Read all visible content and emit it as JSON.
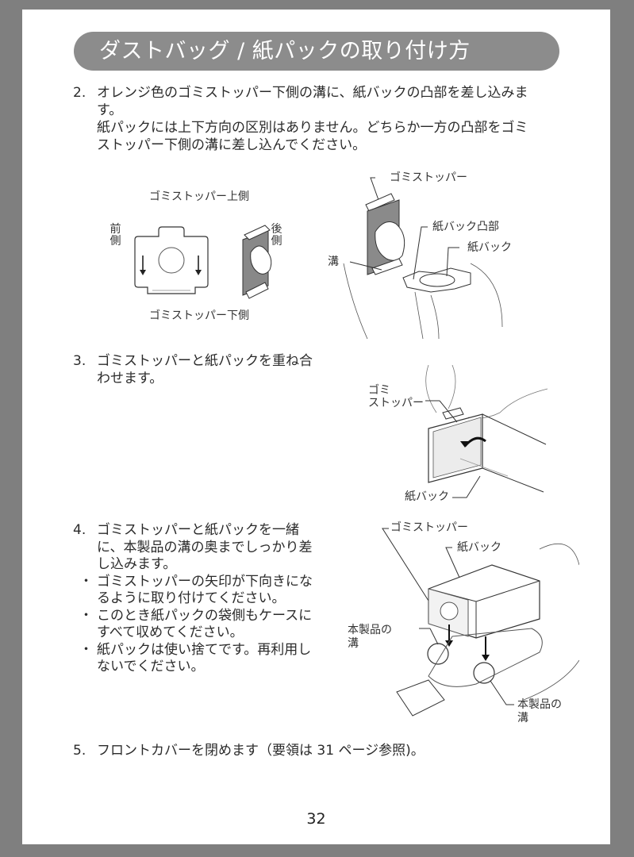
{
  "header": {
    "title": "ダストバッグ / 紙パックの取り付け方"
  },
  "steps": {
    "s2": {
      "num": "2.",
      "line1": "オレンジ色のゴミストッパー下側の溝に、紙バックの凸部を差し込みま",
      "line2": "す。",
      "line3": "紙パックには上下方向の区別はありません。どちらか一方の凸部をゴミ",
      "line4": "ストッパー下側の溝に差し込んでください。"
    },
    "s3": {
      "num": "3.",
      "line1": "ゴミストッパーと紙パックを重ね合",
      "line2": "わせます。"
    },
    "s4": {
      "num": "4.",
      "line1": "ゴミストッパーと紙パックを一緒",
      "line2": "に、本製品の溝の奥までしっかり差",
      "line3": "し込みます。",
      "bullets": [
        {
          "dot": "・",
          "line1": "ゴミストッパーの矢印が下向きにな",
          "line2": "るように取り付けてください。"
        },
        {
          "dot": "・",
          "line1": "このとき紙パックの袋側もケースに",
          "line2": "すべて収めてください。"
        },
        {
          "dot": "・",
          "line1": "紙パックは使い捨てです。再利用し",
          "line2": "ないでください。"
        }
      ]
    },
    "s5": {
      "num": "5.",
      "text": "フロントカバーを閉めます（要領は 31 ページ参照)。"
    }
  },
  "figures": {
    "fig1": {
      "top_label": "ゴミストッパー上側",
      "bottom_label": "ゴミストッパー下側",
      "front_label": "前側",
      "back_label": "後側",
      "front_chars": [
        "前",
        "側"
      ],
      "back_chars": [
        "後",
        "側"
      ]
    },
    "fig2": {
      "stopper": "ゴミストッパー",
      "bag_tab": "紙バック凸部",
      "bag": "紙バック",
      "groove": "溝"
    },
    "fig3": {
      "stopper_l1": "ゴミ",
      "stopper_l2": "ストッパー",
      "bag": "紙バック"
    },
    "fig4": {
      "stopper": "ゴミストッパー",
      "bag": "紙バック",
      "groove_left_l1": "本製品の",
      "groove_left_l2": "溝",
      "groove_right_l1": "本製品の",
      "groove_right_l2": "溝"
    }
  },
  "footer": {
    "page_number": "32"
  },
  "colors": {
    "background": "#7f7f7f",
    "page": "#ffffff",
    "title_pill": "#8c8c8c",
    "text": "#2b2b2b"
  }
}
